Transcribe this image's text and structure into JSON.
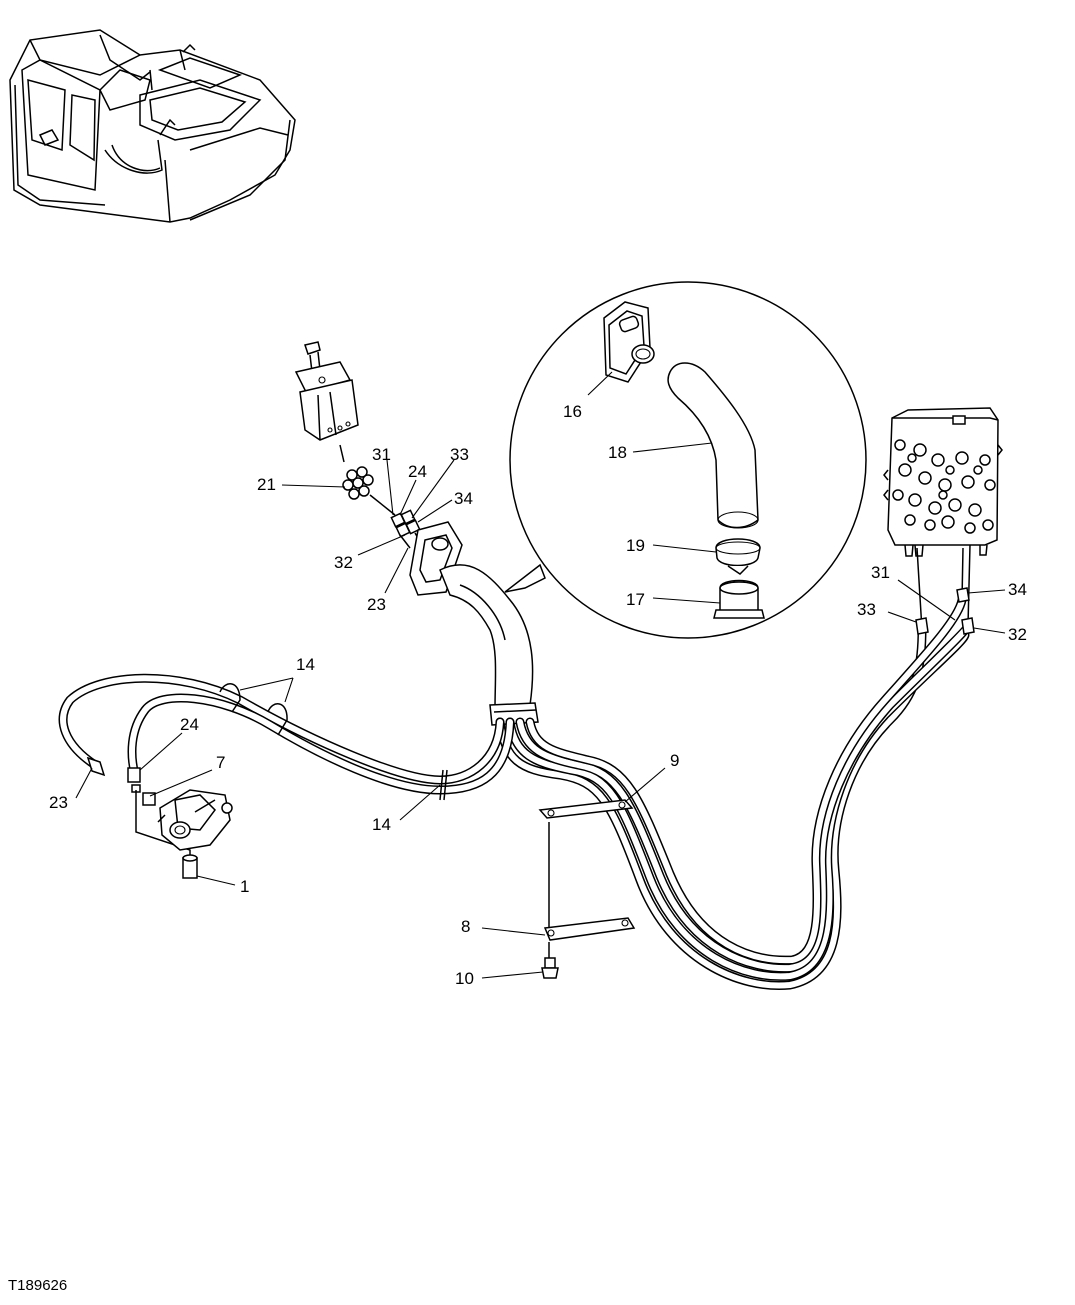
{
  "figure_id": "T189626",
  "callouts": {
    "c1": "1",
    "c7": "7",
    "c8": "8",
    "c9": "9",
    "c10": "10",
    "c14a": "14",
    "c14b": "14",
    "c16": "16",
    "c17": "17",
    "c18": "18",
    "c19": "19",
    "c21": "21",
    "c23a": "23",
    "c23b": "23",
    "c24a": "24",
    "c24b": "24",
    "c31a": "31",
    "c31b": "31",
    "c32a": "32",
    "c32b": "32",
    "c33a": "33",
    "c33b": "33",
    "c34a": "34",
    "c34b": "34"
  }
}
